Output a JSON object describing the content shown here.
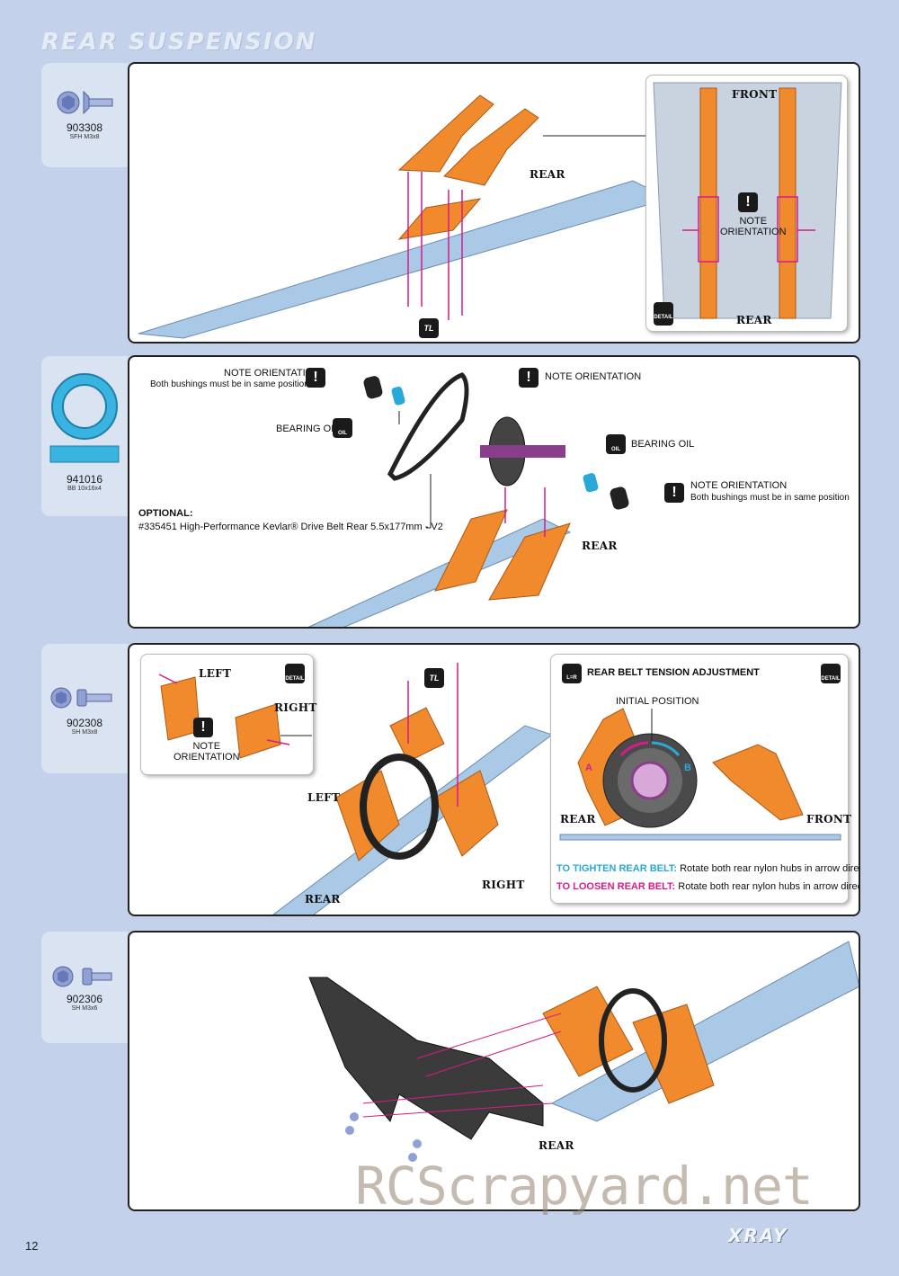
{
  "page": {
    "title": "REAR SUSPENSION",
    "number": "12",
    "brand": "XRAY",
    "watermark": "RCScrapyard.net"
  },
  "parts": [
    {
      "code": "903308",
      "desc": "SFH M3x8"
    },
    {
      "code": "941016",
      "desc": "BB 10x16x4"
    },
    {
      "code": "902308",
      "desc": "SH M3x8"
    },
    {
      "code": "902306",
      "desc": "SH M3x6"
    }
  ],
  "step1": {
    "rear": "REAR",
    "front": "FRONT",
    "rear_detail": "REAR",
    "note": "NOTE\nORIENTATION",
    "tl": "TL",
    "detail": "DETAIL"
  },
  "step2": {
    "note1_title": "NOTE ORIENTATION",
    "note1_text": "Both bushings must be in same position",
    "bearing_oil1": "BEARING OIL",
    "note2": "NOTE ORIENTATION",
    "bearing_oil2": "BEARING OIL",
    "note3_title": "NOTE ORIENTATION",
    "note3_text": "Both bushings must be in same position",
    "optional_title": "OPTIONAL:",
    "optional_text": "#335451 High-Performance Kevlar® Drive Belt Rear 5.5x177mm - V2",
    "rear": "REAR",
    "oil": "OIL"
  },
  "step3": {
    "left": "LEFT",
    "right": "RIGHT",
    "note": "NOTE\nORIENTATION",
    "left2": "LEFT",
    "right2": "RIGHT",
    "rear": "REAR",
    "tl": "TL",
    "detail": "DETAIL",
    "tension_title": "REAR BELT TENSION ADJUSTMENT",
    "initial": "INITIAL POSITION",
    "rear_label": "REAR",
    "front_label": "FRONT",
    "a": "A",
    "b": "B",
    "lr": "L=R",
    "tighten_label": "TO TIGHTEN REAR BELT:",
    "tighten_text": "Rotate both rear nylon hubs in arrow direction",
    "tighten_dir": "B",
    "loosen_label": "TO LOOSEN REAR BELT:",
    "loosen_text": "Rotate both rear nylon hubs in arrow direction",
    "loosen_dir": "A"
  },
  "step4": {
    "rear": "REAR"
  },
  "colors": {
    "orange": "#f08a2c",
    "alu": "#a9c9e6",
    "magenta": "#d81b8c",
    "cyan": "#2aa8d8",
    "bg": "#c3d2ea"
  }
}
